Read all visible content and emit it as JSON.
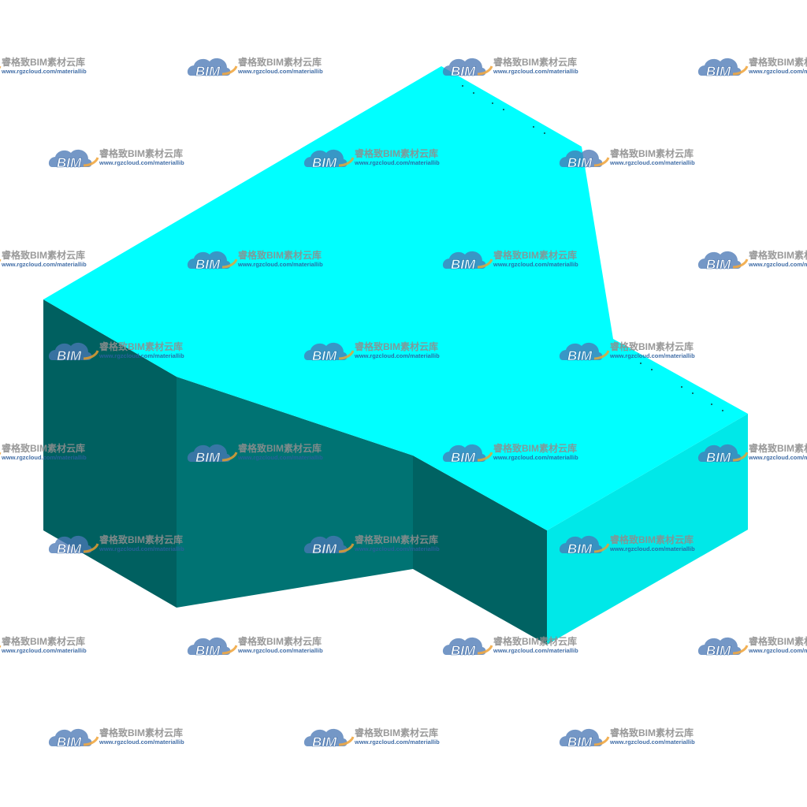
{
  "colors": {
    "background": "#ffffff",
    "top_face": "#00ffff",
    "left_side_face": "#006060",
    "middle_side_face": "#007373",
    "inner_side_face": "#006262",
    "right_side_face": "#00e8e8",
    "watermark_cloud": "#4a78b5",
    "watermark_swoosh": "#f0a030",
    "watermark_text": "#8e8e8e",
    "watermark_url": "#2e5f9e"
  },
  "watermark": {
    "logo_text": "BIM",
    "brand": "睿格致BIM素材云库",
    "url": "www.rgzcloud.com/materiallib",
    "icon": "cloud-logo-icon"
  }
}
